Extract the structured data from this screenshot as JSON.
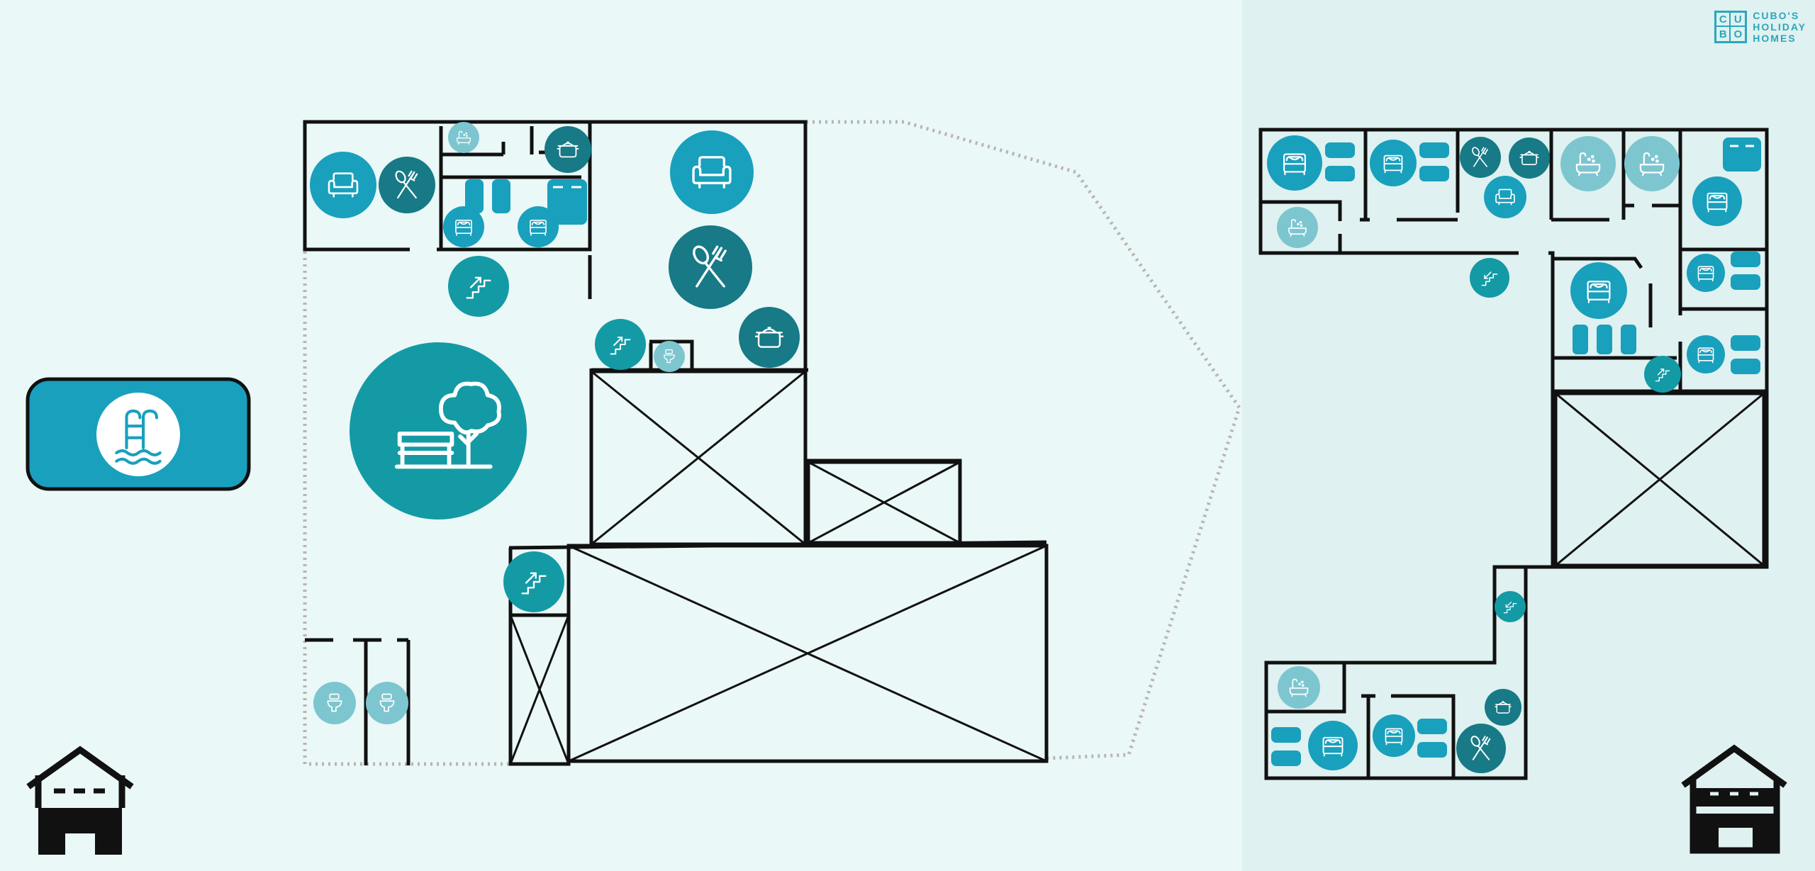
{
  "logo": {
    "letters": [
      "C",
      "U",
      "B",
      "O"
    ],
    "lines": [
      "CUBO'S",
      "HOLIDAY",
      "HOMES"
    ]
  },
  "colors": {
    "background_left": "#eaf8f7",
    "background_right": "#dff1f0",
    "wall": "#111111",
    "boundary_dots": "#b9b4b4",
    "teal_dark": "#177a86",
    "teal": "#139aa5",
    "teal_blue": "#19a0bd",
    "teal_light": "#7dc6d0",
    "brand": "#2aa7bd"
  },
  "legend": {
    "pool_button_icon": "pool-ladder-icon",
    "ground_floor_icon": "house-ground-floor-icon",
    "first_floor_icon": "house-first-floor-icon"
  },
  "room_icons": [
    "armchair-icon",
    "dining-icon",
    "cooking-pot-icon",
    "bathtub-icon",
    "bed-icon",
    "single-bed-icon",
    "stairs-up-icon",
    "stairs-down-icon",
    "toilet-icon",
    "garden-tree-icon"
  ]
}
